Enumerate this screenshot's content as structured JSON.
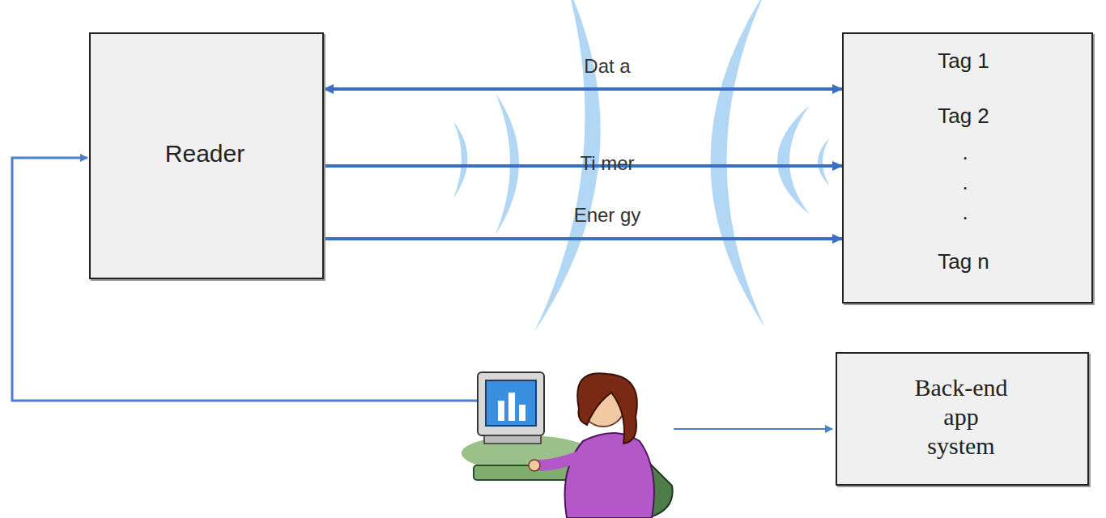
{
  "diagram": {
    "nodes": [
      {
        "text": [
          "Reader"
        ]
      },
      {
        "text": [
          "Tag 1",
          "Tag 2",
          ".",
          ".",
          ".",
          "Tag n"
        ]
      },
      {
        "text": [
          "Back-end app system"
        ]
      }
    ],
    "edges": [
      {
        "from": 0,
        "to": 1,
        "label": "Dat a",
        "arrow": "both"
      },
      {
        "from": 0,
        "to": 1,
        "label": "Ti mer",
        "arrow": "to"
      },
      {
        "from": 0,
        "to": 1,
        "label": "Ener gy",
        "arrow": "to"
      }
    ]
  }
}
